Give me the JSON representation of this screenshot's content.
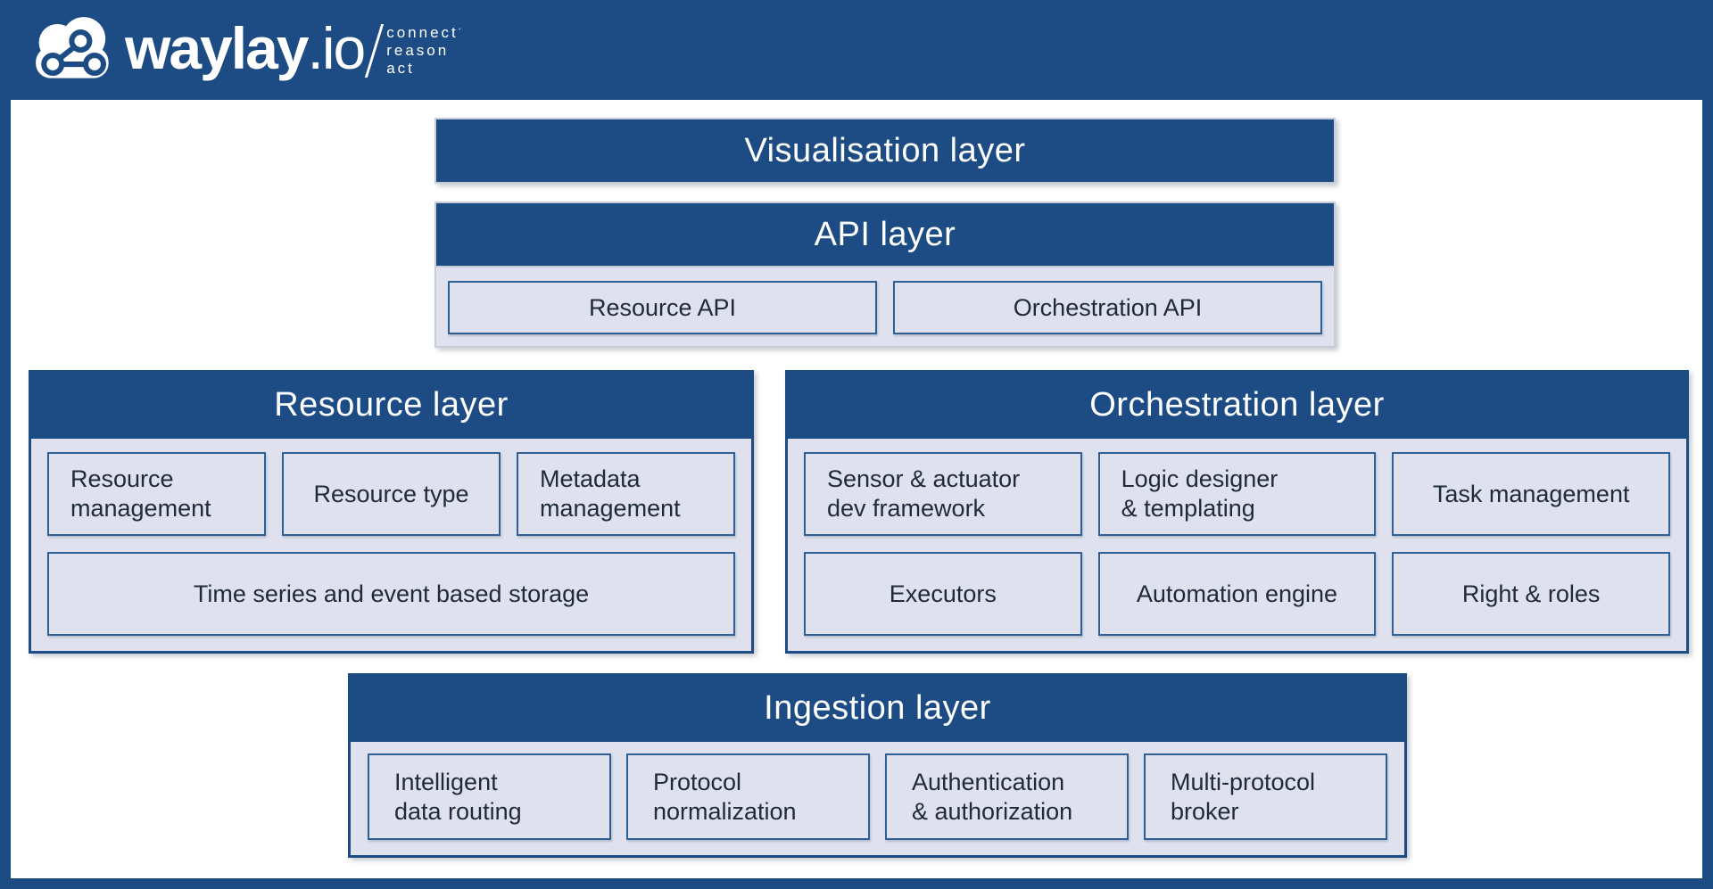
{
  "colors": {
    "navy": "#1d4c84",
    "panel_bg": "#ffffff",
    "box_bg": "#dfe2ee",
    "box_border": "#2e5f97",
    "header_text": "#ffffff",
    "box_text": "#212a38"
  },
  "brand": {
    "wordmark_bold": "waylay",
    "wordmark_light": ".io",
    "tagline_mark": "´",
    "tagline": [
      "connect",
      "reason",
      "act"
    ]
  },
  "layers": {
    "visualisation": {
      "title": "Visualisation layer"
    },
    "api": {
      "title": "API layer",
      "boxes": [
        {
          "lines": [
            "Resource API"
          ]
        },
        {
          "lines": [
            "Orchestration API"
          ]
        }
      ]
    },
    "resource": {
      "title": "Resource layer",
      "boxes": [
        {
          "lines": [
            "Resource",
            "management"
          ]
        },
        {
          "lines": [
            "Resource type"
          ]
        },
        {
          "lines": [
            "Metadata",
            "management"
          ]
        },
        {
          "lines": [
            "Time series and event based storage"
          ]
        }
      ]
    },
    "orchestration": {
      "title": "Orchestration layer",
      "boxes": [
        {
          "lines": [
            "Sensor & actuator",
            "dev  framework"
          ]
        },
        {
          "lines": [
            "Logic designer",
            "& templating"
          ]
        },
        {
          "lines": [
            "Task management"
          ]
        },
        {
          "lines": [
            "Executors"
          ]
        },
        {
          "lines": [
            "Automation engine"
          ]
        },
        {
          "lines": [
            "Right & roles"
          ]
        }
      ]
    },
    "ingestion": {
      "title": "Ingestion layer",
      "boxes": [
        {
          "lines": [
            "Intelligent",
            "data routing"
          ]
        },
        {
          "lines": [
            "Protocol",
            "normalization"
          ]
        },
        {
          "lines": [
            "Authentication",
            "& authorization"
          ]
        },
        {
          "lines": [
            "Multi-protocol",
            "broker"
          ]
        }
      ]
    }
  }
}
